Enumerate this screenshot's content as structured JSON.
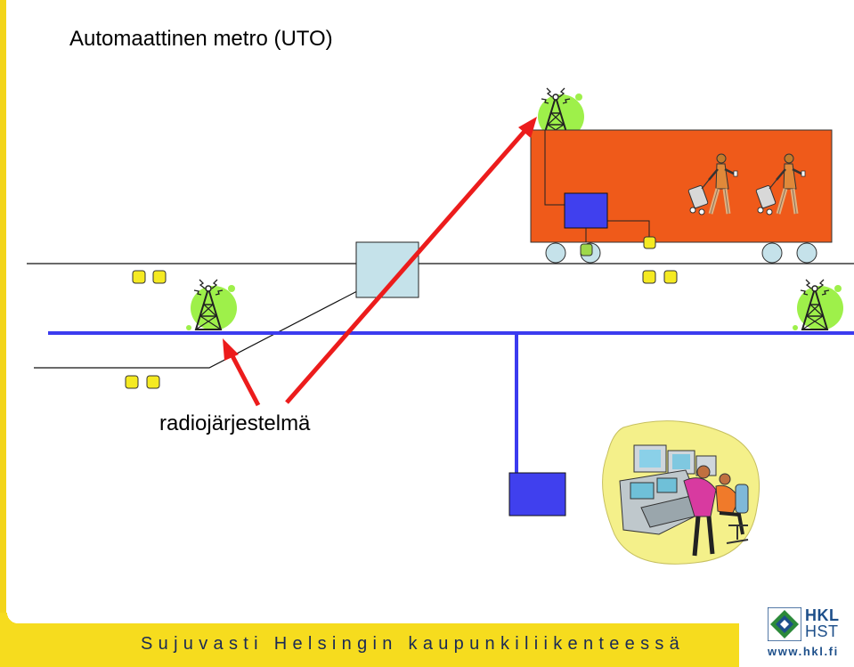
{
  "title": "Automaattinen metro (UTO)",
  "radio_label": "radiojärjestelmä",
  "footer": {
    "slogan": "Sujuvasti Helsingin kaupunkiliikenteessä",
    "logo_line1": "HKL",
    "logo_line2": "HST",
    "url": "www.hkl.fi"
  },
  "colors": {
    "track_blue": "#3b3bef",
    "train_orange": "#ef5a1a",
    "arrow_red": "#ec1c1c",
    "balise_yellow": "#f5ea22",
    "box_blue": "#4040ee",
    "band_yellow": "#f6dc1e",
    "antenna_green": "#9ef04a"
  },
  "icons": [
    "radio-mast-icon",
    "passenger-with-luggage-icon",
    "control-room-operators-icon",
    "hkl-logo-icon"
  ]
}
